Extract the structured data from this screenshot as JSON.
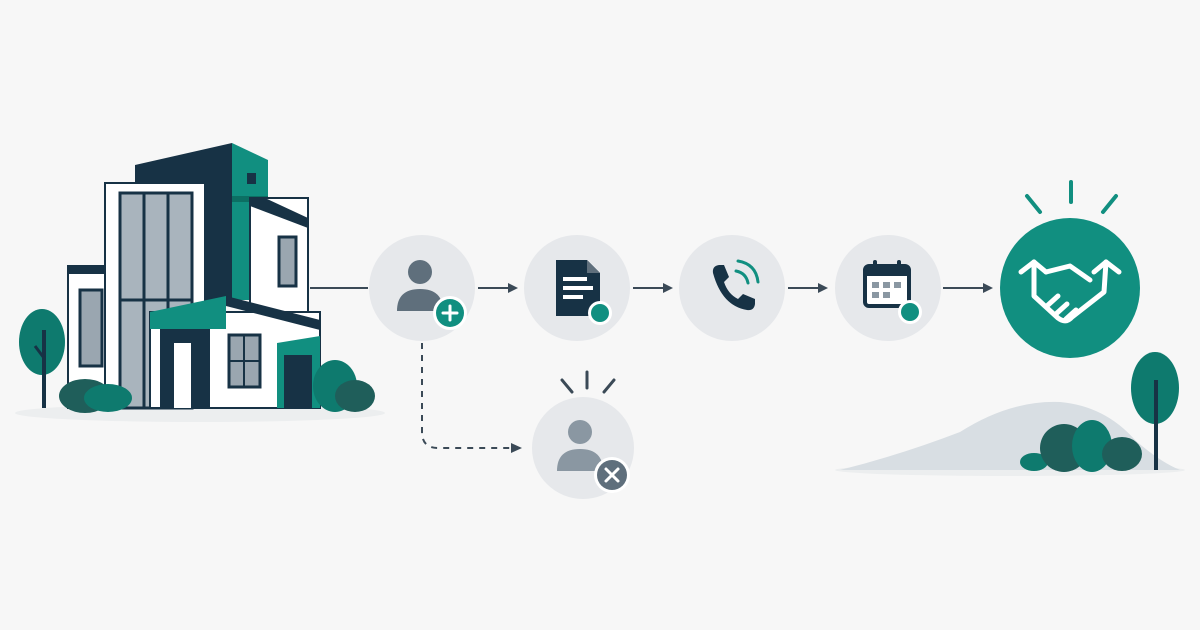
{
  "colors": {
    "background": "#f7f7f7",
    "teal": "#118f80",
    "teal_dark": "#0c6f63",
    "navy": "#173245",
    "circle_gray": "#e6e8eb",
    "icon_gray": "#5f6f7c",
    "connector": "#3b4a57",
    "hill": "#d8dee3",
    "shadow": "#eceeef"
  },
  "flow": {
    "steps": [
      {
        "name": "new-lead",
        "icon": "user-plus-icon"
      },
      {
        "name": "document",
        "icon": "document-icon"
      },
      {
        "name": "phone-call",
        "icon": "phone-icon"
      },
      {
        "name": "meeting-scheduled",
        "icon": "calendar-icon"
      },
      {
        "name": "deal-closed",
        "icon": "handshake-icon"
      }
    ],
    "branch": {
      "name": "lead-rejected",
      "icon": "user-x-icon"
    }
  }
}
